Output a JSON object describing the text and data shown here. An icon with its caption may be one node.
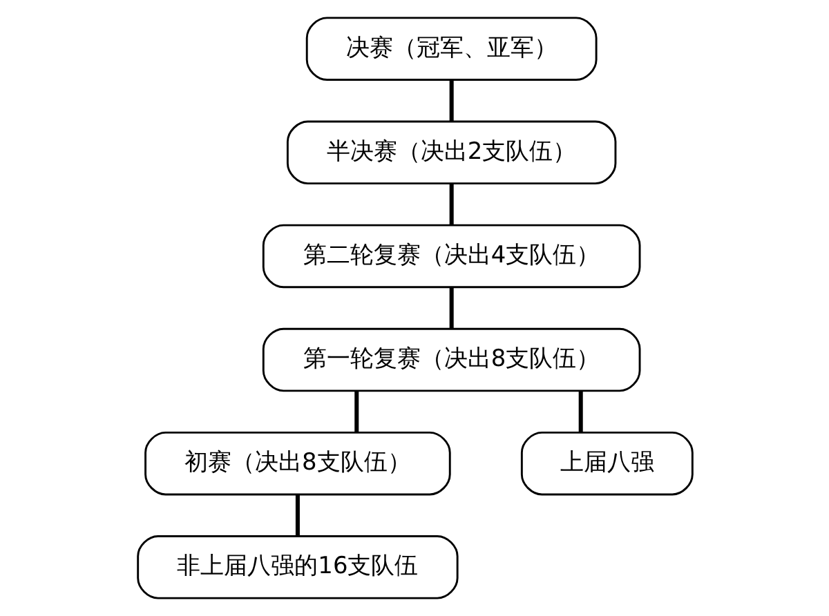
{
  "diagram": {
    "nodes": [
      {
        "text": [
          "决赛（冠军、亚军）"
        ]
      },
      {
        "text": [
          "半决赛（决出2支队伍）"
        ]
      },
      {
        "text": [
          "第二轮复赛（决出4支队伍）"
        ]
      },
      {
        "text": [
          "第一轮复赛（决出8支队伍）"
        ]
      },
      {
        "text": [
          "初赛（决出8支队伍）"
        ]
      },
      {
        "text": [
          "上届八强"
        ]
      },
      {
        "text": [
          "非上届八强的16支队伍"
        ]
      }
    ],
    "edges": [
      {
        "from": 0,
        "to": 1,
        "arrow": "none"
      },
      {
        "from": 1,
        "to": 2,
        "arrow": "none"
      },
      {
        "from": 2,
        "to": 3,
        "arrow": "none"
      },
      {
        "from": 3,
        "to": 4,
        "arrow": "none"
      },
      {
        "from": 3,
        "to": 5,
        "arrow": "none"
      },
      {
        "from": 4,
        "to": 6,
        "arrow": "none"
      }
    ]
  }
}
